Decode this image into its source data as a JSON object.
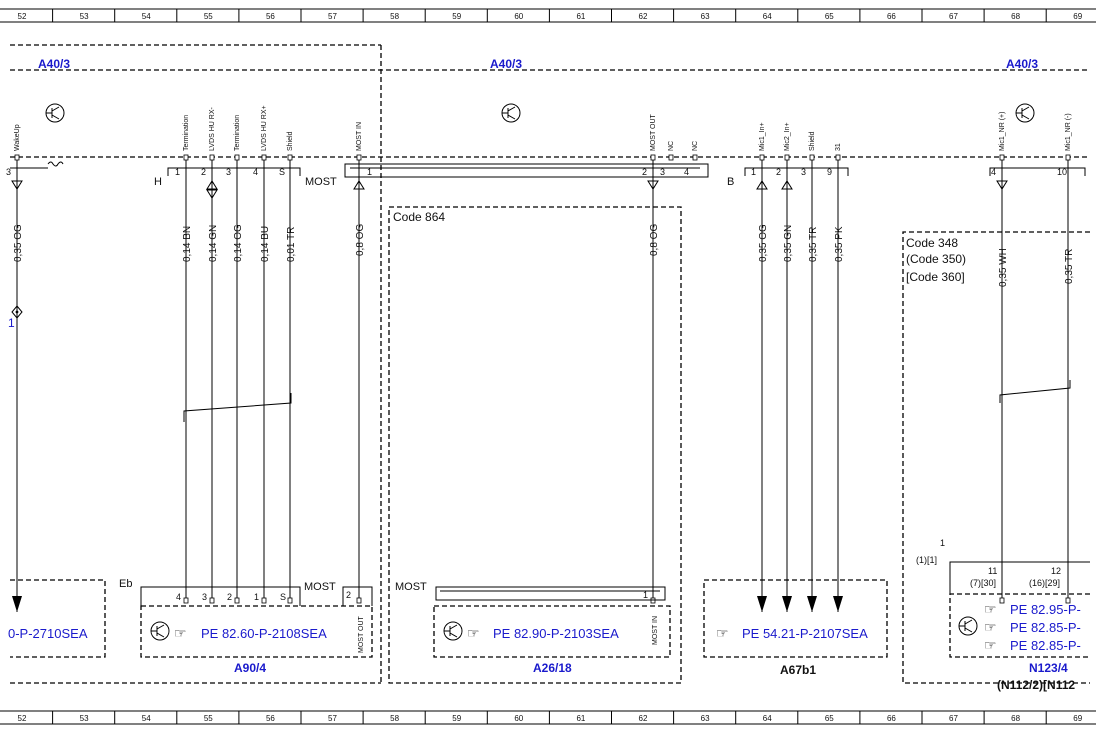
{
  "ruler": {
    "numbers": [
      "52",
      "53",
      "54",
      "55",
      "56",
      "57",
      "58",
      "59",
      "60",
      "61",
      "62",
      "63",
      "64",
      "65",
      "66",
      "67",
      "68",
      "69"
    ]
  },
  "components": {
    "a40_left": "A40/3",
    "a40_mid": "A40/3",
    "a40_right": "A40/3",
    "a90": "A90/4",
    "a26": "A26/18",
    "a67": "A67b1",
    "n123": "N123/4",
    "n123_variant": "(N112/2)[N112"
  },
  "connectors": {
    "h": "H",
    "most_top": "MOST",
    "b": "B",
    "eb": "Eb",
    "most_a90": "MOST",
    "most_a26": "MOST"
  },
  "top_signals": [
    "WakeUp",
    "Termination",
    "LVDS HU RX-",
    "Termination",
    "LVDS HU RX+",
    "Shield",
    "MOST IN",
    "MOST OUT",
    "NC",
    "NC",
    "Mic1_In+",
    "Mic2_In+",
    "Shield",
    "31",
    "Mic1_NR (+)",
    "Mic1_NR (-)"
  ],
  "top_pins": [
    "3",
    "1",
    "2",
    "3",
    "4",
    "S",
    "1",
    "2",
    "3",
    "4",
    "1",
    "2",
    "3",
    "9",
    "4",
    "10"
  ],
  "wires": [
    "0,35 OG",
    "0,14 BN",
    "0,14 GN",
    "0,14 OG",
    "0,14 BU",
    "0,01 TR",
    "0,8 OG",
    "0,8 OG",
    "0,35 OG",
    "0,35 GN",
    "0,35 TR",
    "0,35 PK",
    "0,35 WH",
    "0,35 TR"
  ],
  "left_marker": "1",
  "codes": {
    "code_864": "Code 864",
    "code_348": "Code 348",
    "code_350": "(Code 350)",
    "code_360": "[Code 360]"
  },
  "n123_conn": {
    "one": "1",
    "one_alt": "(1)[1]",
    "pin_11": "11",
    "pin_11_alt": "(7)[30]",
    "pin_12": "12",
    "pin_12_alt": "(16)[29]"
  },
  "bottom_pins": {
    "a90": [
      "4",
      "3",
      "2",
      "1",
      "S"
    ],
    "a90_most": "2",
    "a90_most_label": "MOST OUT",
    "a26": "1",
    "a26_most_label": "MOST IN"
  },
  "pe_refs": {
    "left": "0-P-2710SEA",
    "a90": "PE 82.60-P-2108SEA",
    "a26": "PE 82.90-P-2103SEA",
    "a67": "PE 54.21-P-2107SEA",
    "n123_1": "PE 82.95-P-",
    "n123_2": "PE 82.85-P-",
    "n123_3": "PE 82.85-P-"
  },
  "icons": [
    "ground-transistor-icon",
    "pointing-hand-icon",
    "arrow-down-icon",
    "arrow-up-icon",
    "fuse-diamond-icon"
  ]
}
